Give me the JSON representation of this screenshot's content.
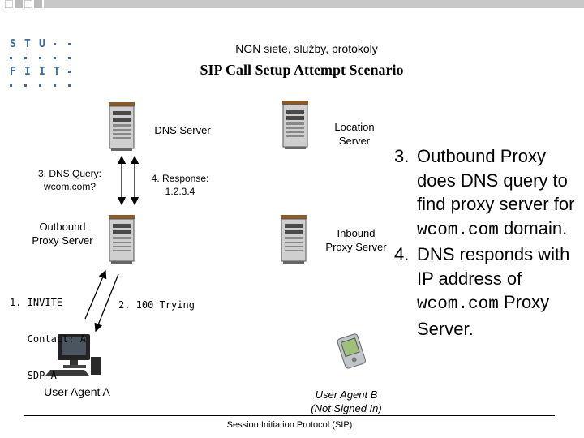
{
  "header": {
    "course": "NGN siete, služby, protokoly",
    "title": "SIP Call Setup Attempt Scenario"
  },
  "logo": {
    "rows": [
      [
        "S",
        "T",
        "U",
        "•",
        "•"
      ],
      [
        "•",
        "•",
        "•",
        "•",
        "•"
      ],
      [
        "F",
        "I",
        "I",
        "T",
        "•"
      ],
      [
        "•",
        "•",
        "•",
        "•",
        "•"
      ]
    ]
  },
  "nodes": {
    "dns_server": "DNS Server",
    "location_server": [
      "Location",
      "Server"
    ],
    "outbound_proxy": [
      "Outbound",
      "Proxy Server"
    ],
    "inbound_proxy": [
      "Inbound",
      "Proxy Server"
    ],
    "user_agent_a": "User Agent A",
    "user_agent_b": [
      "User Agent B",
      "(Not Signed In)"
    ]
  },
  "messages": {
    "dns_query": [
      "3. DNS Query:",
      "wcom.com?"
    ],
    "response": [
      "4. Response:",
      "1.2.3.4"
    ],
    "invite": [
      "1. INVITE",
      "   Contact: A",
      "   SDP A"
    ],
    "trying": "2. 100 Trying"
  },
  "side_notes": [
    {
      "num": "3.",
      "parts": [
        "Outbound Proxy does DNS query to find proxy server for ",
        "wcom.com",
        " domain."
      ]
    },
    {
      "num": "4.",
      "parts": [
        "DNS responds with IP address of ",
        "wcom.com",
        " Proxy Server."
      ]
    }
  ],
  "footer": "Session Initiation Protocol (SIP)",
  "colors": {
    "logo": "#3a6aa8",
    "server_body": "#cfcfcf",
    "server_top": "#8a5a2a",
    "server_dark": "#4a4a4a"
  }
}
